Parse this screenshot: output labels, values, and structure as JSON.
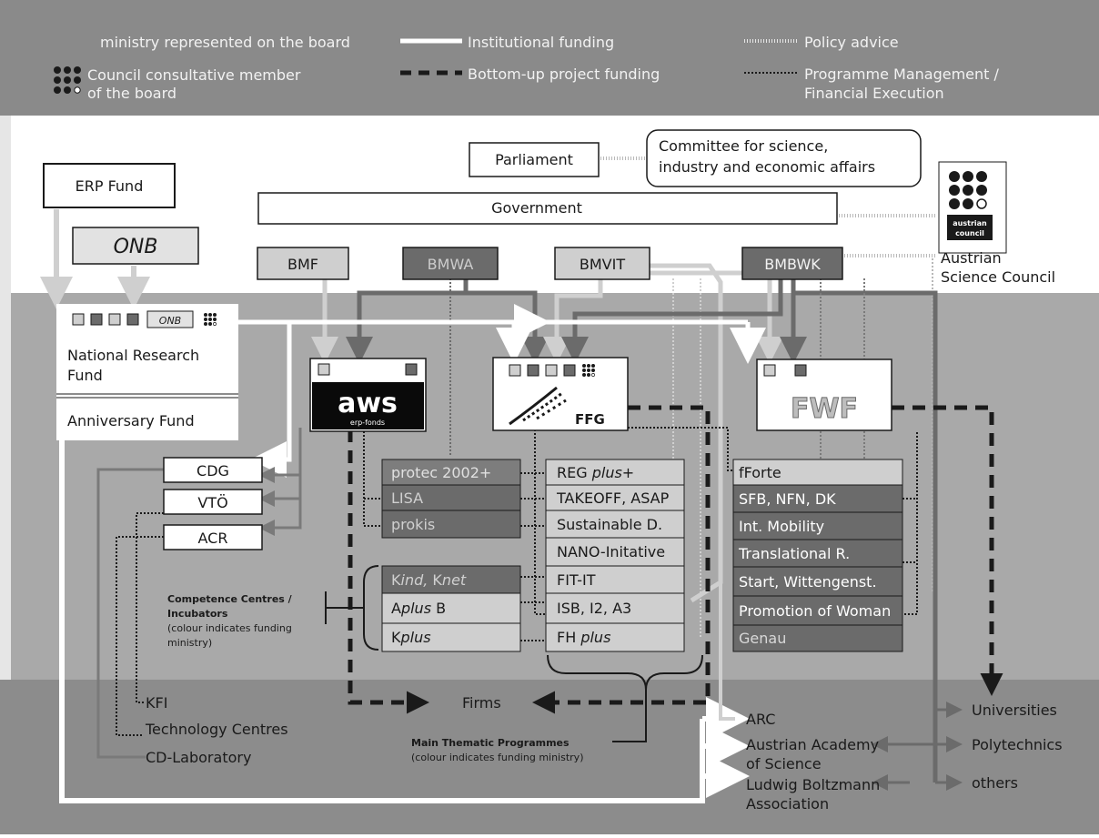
{
  "legend": {
    "ministry": "ministry represented on the board",
    "council_line1": "Council consultative member",
    "council_line2": "of the board",
    "institutional": "Institutional funding",
    "bottom_up": "Bottom-up project funding",
    "policy": "Policy advice",
    "programme_line1": "Programme Management /",
    "programme_line2": "Financial Execution"
  },
  "top": {
    "erp": "ERP Fund",
    "onb": "ONB",
    "parliament": "Parliament",
    "committee_line1": "Committee for science,",
    "committee_line2": "industry and economic affairs",
    "government": "Government",
    "council_logo": [
      "austrian",
      "council"
    ],
    "science_council_line1": "Austrian",
    "science_council_line2": "Science Council"
  },
  "ministries": [
    "BMF",
    "BMWA",
    "BMVIT",
    "BMBWK"
  ],
  "nrf": {
    "line1": "National Research",
    "line2": "Fund",
    "anniversary": "Anniversary Fund",
    "onb_mini": "ONB"
  },
  "agencies": {
    "aws": "aws",
    "aws_sub": "erp-fonds",
    "ffg": "FFG",
    "fwf": "FWF"
  },
  "left_boxes": [
    "CDG",
    "VTÖ",
    "ACR"
  ],
  "aws_programmes": [
    "protec 2002+",
    "LISA",
    "prokis"
  ],
  "competence": {
    "items": [
      {
        "a": "K",
        "b": "ind, ",
        "c": "K",
        "d": "net"
      },
      {
        "a": "A",
        "b": "plus",
        "c": " B",
        "d": ""
      },
      {
        "a": "K",
        "b": "plus",
        "c": "",
        "d": ""
      }
    ],
    "title_line1": "Competence Centres /",
    "title_line2": "Incubators",
    "note_line1": "(colour indicates funding",
    "note_line2": "ministry)"
  },
  "ffg_programmes": [
    {
      "main": "REG ",
      "italic": "plus+"
    },
    {
      "main": "TAKEOFF, ASAP",
      "italic": ""
    },
    {
      "main": "Sustainable D.",
      "italic": ""
    },
    {
      "main": "NANO-Initative",
      "italic": ""
    },
    {
      "main": "FIT-IT",
      "italic": ""
    },
    {
      "main": "ISB, I2, A3",
      "italic": ""
    },
    {
      "main": "FH ",
      "italic": "plus"
    }
  ],
  "fwf_programmes": [
    "fForte",
    "SFB, NFN, DK",
    "Int. Mobility",
    "Translational R.",
    "Start, Wittengenst.",
    "Promotion of Woman",
    "Genau"
  ],
  "bottom": {
    "kfi": "KFI",
    "tech_centres": "Technology Centres",
    "cd_lab": "CD-Laboratory",
    "firms": "Firms",
    "main_title": "Main Thematic Programmes",
    "main_note": "(colour indicates funding ministry)",
    "arc": "ARC",
    "academy_line1": "Austrian Academy",
    "academy_line2": "of Science",
    "lba_line1": "Ludwig Boltzmann",
    "lba_line2": "Association",
    "universities": "Universities",
    "polytechnics": "Polytechnics",
    "others": "others"
  },
  "colors": {
    "header_band": "#8a8a8a",
    "light_band": "#ffffff",
    "mid_band": "#a9a9a9",
    "low_band": "#8c8c8c",
    "ministry_light": "#cfcfcf",
    "ministry_dark": "#6b6b6b"
  }
}
